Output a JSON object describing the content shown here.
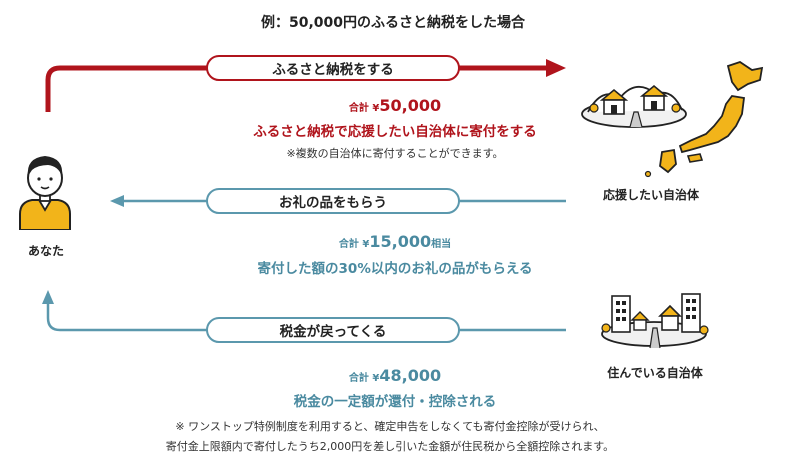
{
  "title": "例：50,000円のふるさと納税をした場合",
  "flow1": {
    "pill": "ふるさと納税をする",
    "total_prefix": "合計 ¥",
    "total_value": "50,000",
    "description": "ふるさと納税で応援したい自治体に寄付をする",
    "note": "※複数の自治体に寄付することができます。"
  },
  "flow2": {
    "pill": "お礼の品をもらう",
    "total_prefix": "合計 ¥",
    "total_value": "15,000",
    "total_suffix": "相当",
    "description": "寄付した額の30%以内のお礼の品がもらえる"
  },
  "flow3": {
    "pill": "税金が戻ってくる",
    "total_prefix": "合計 ¥",
    "total_value": "48,000",
    "description": "税金の一定額が還付・控除される",
    "note_line1": "※ ワンストップ特例制度を利用すると、確定申告をしなくても寄付金控除が受けられ、",
    "note_line2": "寄付金上限額内で寄付したうち2,000円を差し引いた金額が住民税から全額控除されます。"
  },
  "you_label": "あなた",
  "support_label": "応援したい自治体",
  "home_label": "住んでいる自治体",
  "colors": {
    "red": "#b0141c",
    "blue": "#5b98ad",
    "yellow": "#f2b41a"
  },
  "icons": [
    "person-icon",
    "japan-map-icon",
    "village-icon",
    "city-icon"
  ]
}
